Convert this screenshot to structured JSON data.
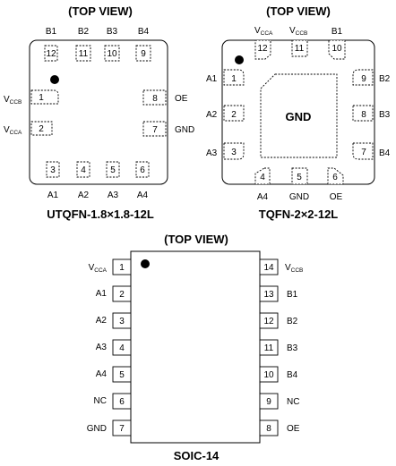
{
  "top_view_label": "(TOP VIEW)",
  "packages": {
    "utqfn": {
      "name": "UTQFN-1.8×1.8-12L",
      "top_pins": [
        {
          "num": "12",
          "label": "B1"
        },
        {
          "num": "11",
          "label": "B2"
        },
        {
          "num": "10",
          "label": "B3"
        },
        {
          "num": "9",
          "label": "B4"
        }
      ],
      "bottom_pins": [
        {
          "num": "3",
          "label": "A1"
        },
        {
          "num": "4",
          "label": "A2"
        },
        {
          "num": "5",
          "label": "A3"
        },
        {
          "num": "6",
          "label": "A4"
        }
      ],
      "left_pins": [
        {
          "num": "1",
          "label": "V",
          "sub": "CCB"
        },
        {
          "num": "2",
          "label": "V",
          "sub": "CCA"
        }
      ],
      "right_pins": [
        {
          "num": "8",
          "label": "OE"
        },
        {
          "num": "7",
          "label": "GND"
        }
      ]
    },
    "tqfn": {
      "name": "TQFN-2×2-12L",
      "top_pins": [
        {
          "num": "12",
          "label": "V",
          "sub": "CCA"
        },
        {
          "num": "11",
          "label": "V",
          "sub": "CCB"
        },
        {
          "num": "10",
          "label": "B1"
        }
      ],
      "bottom_pins": [
        {
          "num": "4",
          "label": "A4"
        },
        {
          "num": "5",
          "label": "GND"
        },
        {
          "num": "6",
          "label": "OE"
        }
      ],
      "left_pins": [
        {
          "num": "1",
          "label": "A1"
        },
        {
          "num": "2",
          "label": "A2"
        },
        {
          "num": "3",
          "label": "A3"
        }
      ],
      "right_pins": [
        {
          "num": "9",
          "label": "B2"
        },
        {
          "num": "8",
          "label": "B3"
        },
        {
          "num": "7",
          "label": "B4"
        }
      ],
      "pad_label": "GND"
    },
    "soic": {
      "name": "SOIC-14",
      "left_pins": [
        {
          "num": "1",
          "label": "V",
          "sub": "CCA"
        },
        {
          "num": "2",
          "label": "A1"
        },
        {
          "num": "3",
          "label": "A2"
        },
        {
          "num": "4",
          "label": "A3"
        },
        {
          "num": "5",
          "label": "A4"
        },
        {
          "num": "6",
          "label": "NC"
        },
        {
          "num": "7",
          "label": "GND"
        }
      ],
      "right_pins": [
        {
          "num": "14",
          "label": "V",
          "sub": "CCB"
        },
        {
          "num": "13",
          "label": "B1"
        },
        {
          "num": "12",
          "label": "B2"
        },
        {
          "num": "11",
          "label": "B3"
        },
        {
          "num": "10",
          "label": "B4"
        },
        {
          "num": "9",
          "label": "NC"
        },
        {
          "num": "8",
          "label": "OE"
        }
      ]
    }
  }
}
